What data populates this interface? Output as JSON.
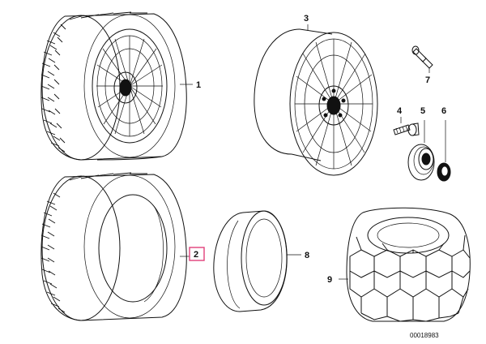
{
  "colors": {
    "line": "#111111",
    "highlight": "#e0407a",
    "background": "#ffffff"
  },
  "parts": [
    {
      "number": "1",
      "label": "1"
    },
    {
      "number": "2",
      "label": "2",
      "highlighted": true
    },
    {
      "number": "3",
      "label": "3"
    },
    {
      "number": "4",
      "label": "4"
    },
    {
      "number": "5",
      "label": "5"
    },
    {
      "number": "6",
      "label": "6"
    },
    {
      "number": "7",
      "label": "7"
    },
    {
      "number": "8",
      "label": "8"
    },
    {
      "number": "9",
      "label": "9"
    }
  ],
  "reference_code": "00018983"
}
